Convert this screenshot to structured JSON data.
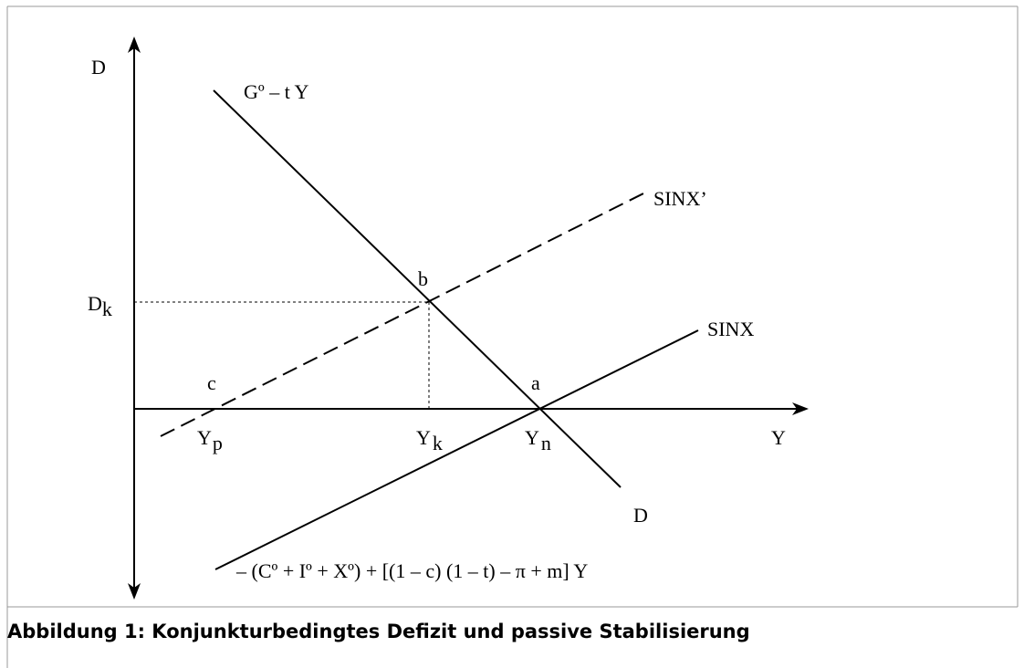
{
  "axes": {
    "y_label": "D",
    "x_label": "Y"
  },
  "curves": {
    "budget_line_label": "Gº – t Y",
    "budget_line_end_label": "D",
    "sinx_label": "SINX",
    "sinx_shifted_label": "SINX’",
    "sinx_equation": "– (Cº + Iº + Xº) + [(1 – c) (1 – t) – π + m] Y"
  },
  "points": {
    "a": "a",
    "b": "b",
    "c": "c"
  },
  "ticks": {
    "D_k": {
      "base": "D",
      "sub": "k"
    },
    "Y_p": {
      "base": "Y",
      "sub": "p"
    },
    "Y_k": {
      "base": "Y",
      "sub": "k"
    },
    "Y_n": {
      "base": "Y",
      "sub": "n"
    }
  },
  "caption": "Abbildung 1: Konjunkturbedingtes Defizit und passive Stabilisierung",
  "colors": {
    "lines": "#000000",
    "frame": "#999999",
    "background": "#ffffff"
  }
}
